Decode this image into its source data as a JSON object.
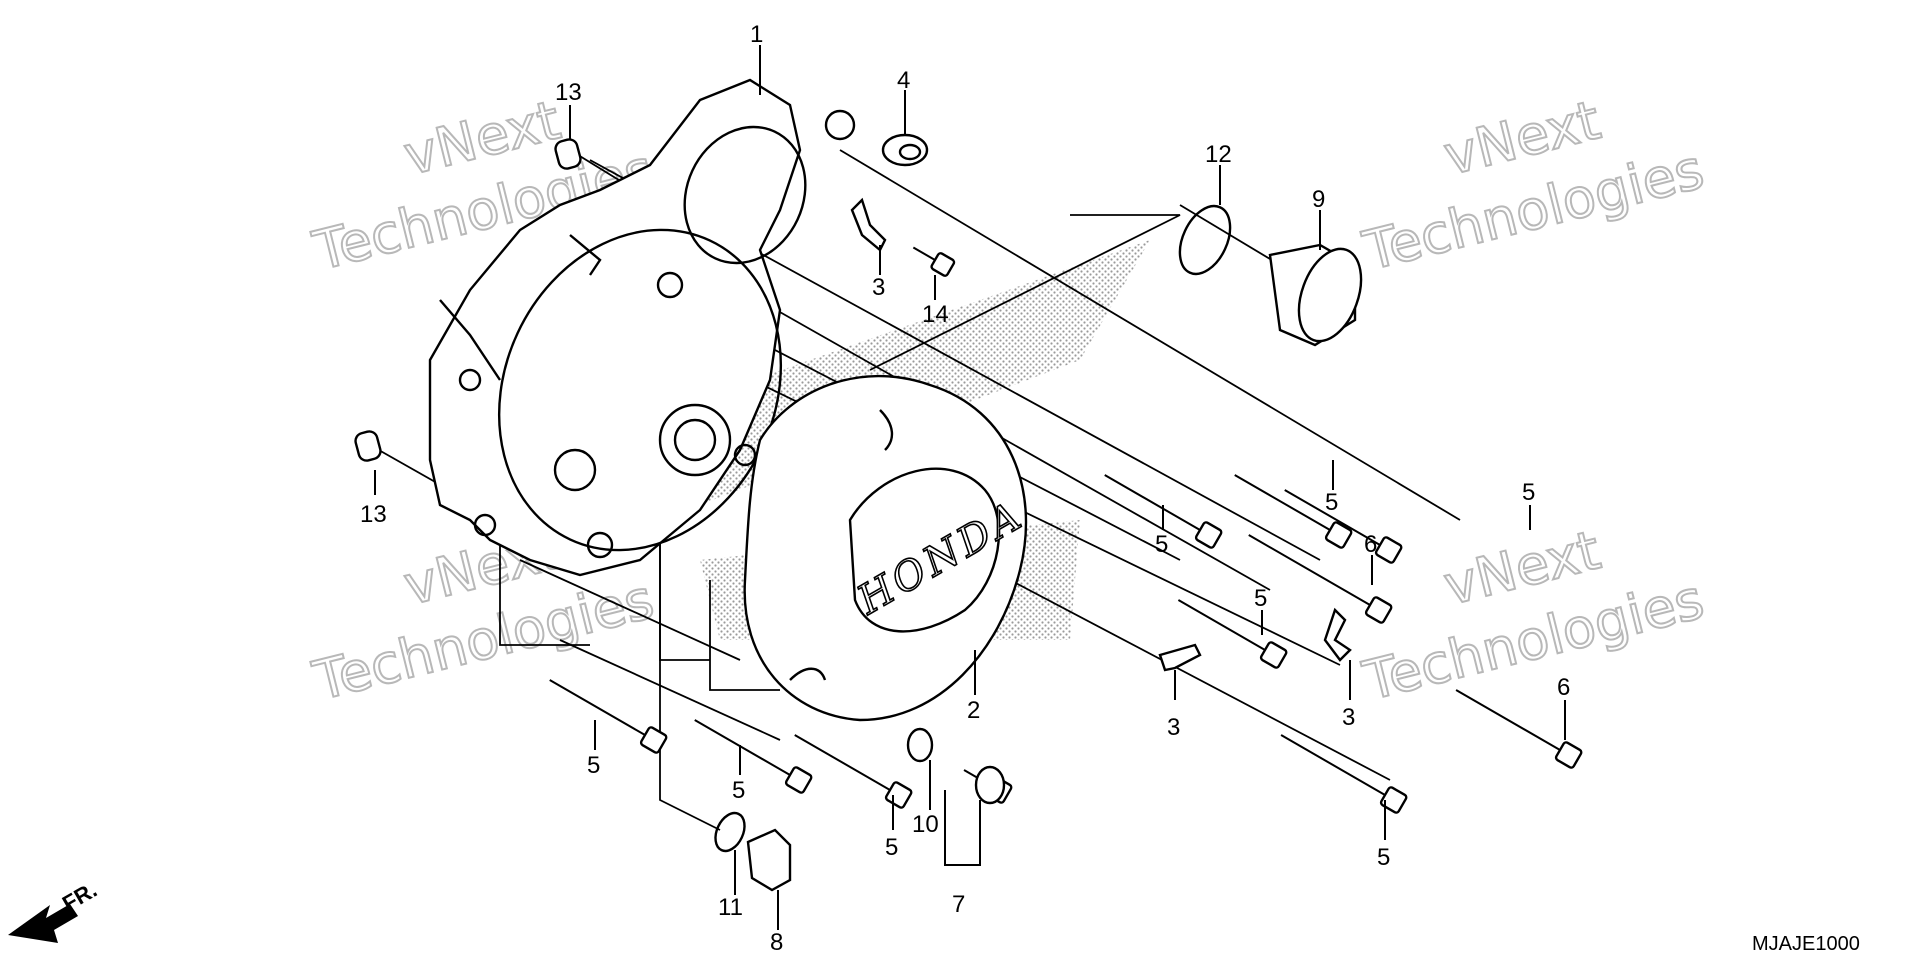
{
  "diagram": {
    "code": "MJAJE1000",
    "direction_label": "FR.",
    "brand_mark": "HONDA",
    "watermark": {
      "line1": "vNext",
      "line2": "Technologies"
    },
    "callouts": {
      "p1": "1",
      "p2": "2",
      "p3a": "3",
      "p3b": "3",
      "p3c": "3",
      "p4": "4",
      "p5a": "5",
      "p5b": "5",
      "p5c": "5",
      "p5d": "5",
      "p5e": "5",
      "p5f": "5",
      "p5g": "5",
      "p5h": "5",
      "p6a": "6",
      "p6b": "6",
      "p7": "7",
      "p8": "8",
      "p9": "9",
      "p10": "10",
      "p11": "11",
      "p12": "12",
      "p13a": "13",
      "p13b": "13",
      "p14": "14"
    }
  }
}
